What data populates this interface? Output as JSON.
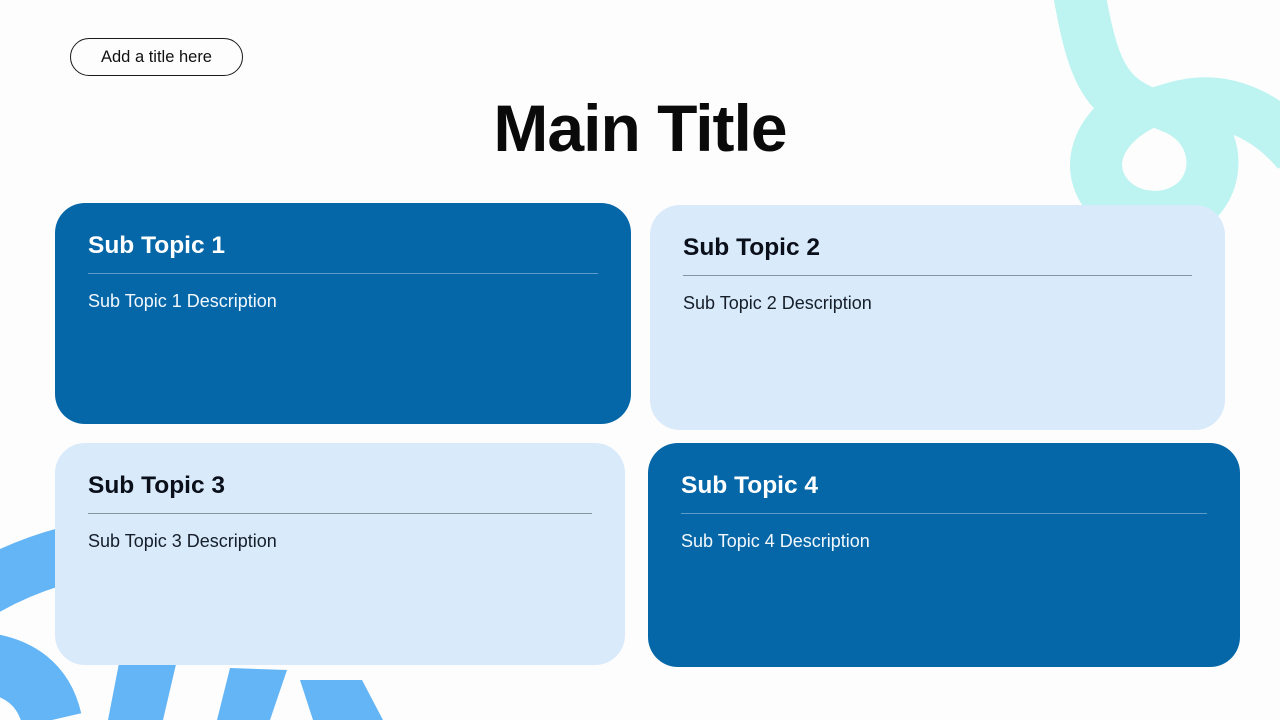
{
  "slide": {
    "title_placeholder": "Add a title here",
    "main_title": "Main Title"
  },
  "cards": [
    {
      "title": "Sub Topic 1",
      "description": "Sub Topic 1 Description",
      "variant": "dark"
    },
    {
      "title": "Sub Topic 2",
      "description": "Sub Topic 2 Description",
      "variant": "light"
    },
    {
      "title": "Sub Topic 3",
      "description": "Sub Topic 3 Description",
      "variant": "light"
    },
    {
      "title": "Sub Topic 4",
      "description": "Sub Topic 4 Description",
      "variant": "dark"
    }
  ],
  "colors": {
    "background": "#fdfdfd",
    "card-dark": "#0667a8",
    "card-light": "#d9eafb",
    "dark-text": "#ffffff",
    "light-text": "#151e29",
    "divider-on-dark": "#5c9cc9",
    "divider-on-light": "#8696a1",
    "stripe-blue": "#64b5f6",
    "squiggle-cyan": "#bdf4f1",
    "title-black": "#0a0a0a"
  }
}
